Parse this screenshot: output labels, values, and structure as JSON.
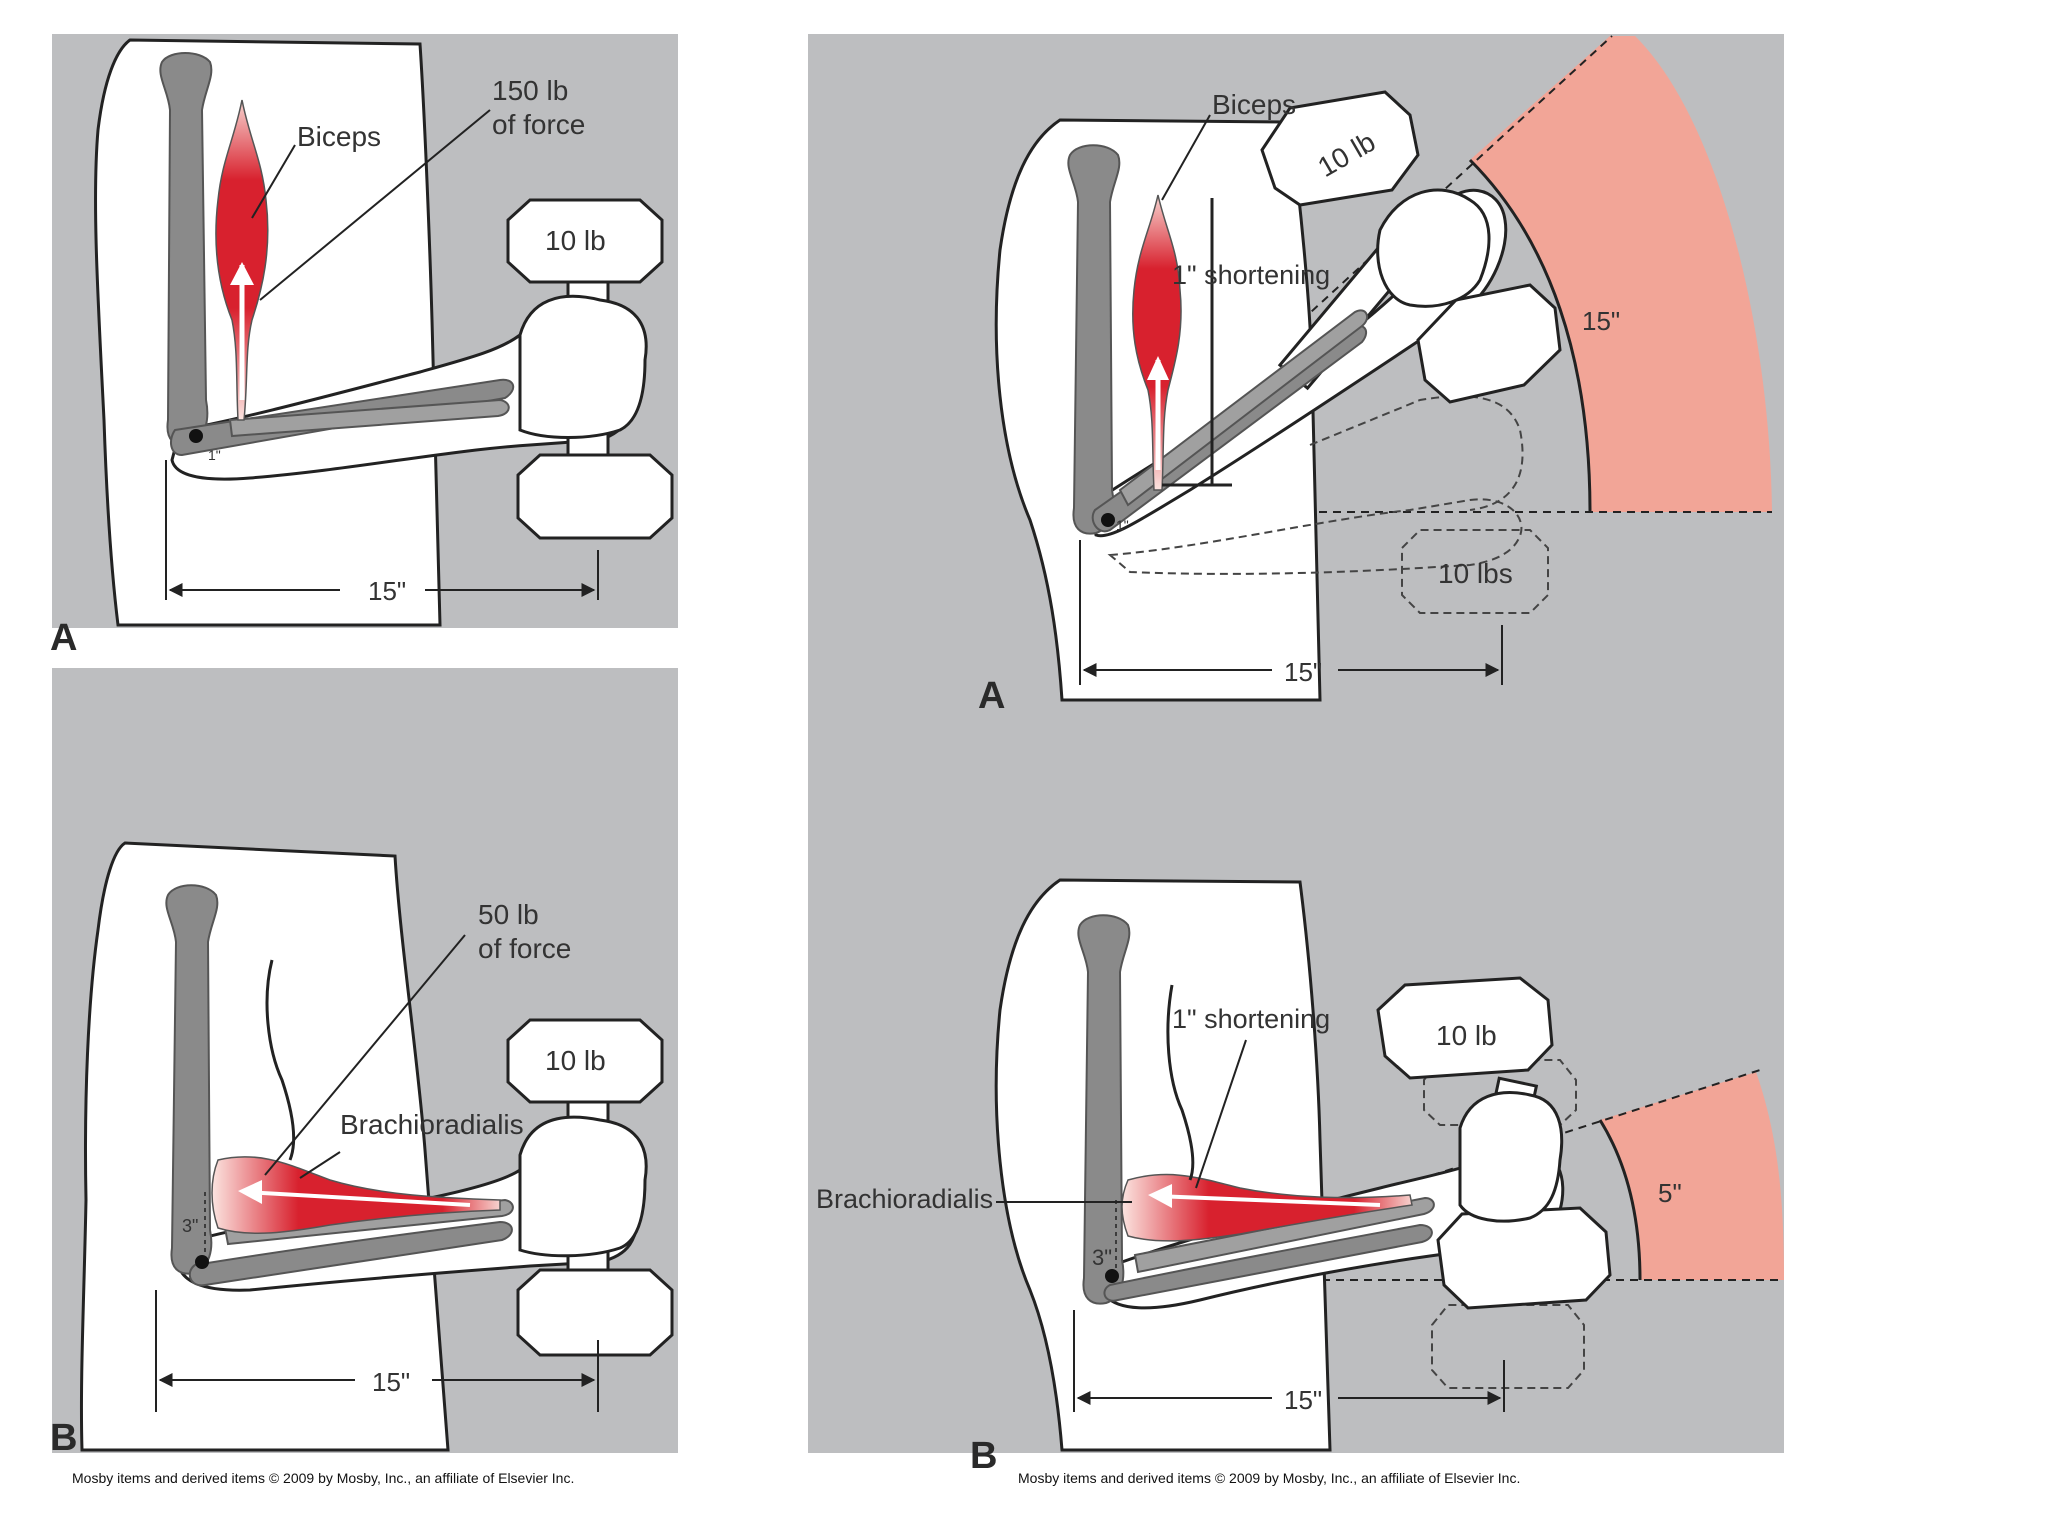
{
  "left_figure": {
    "panel_a": {
      "letter": "A",
      "muscle_label": "Biceps",
      "force_label_line1": "150 lb",
      "force_label_line2": "of force",
      "weight_label": "10 lb",
      "lever_label": "1\"",
      "distance_label": "15\""
    },
    "panel_b": {
      "letter": "B",
      "muscle_label": "Brachioradialis",
      "force_label_line1": "50 lb",
      "force_label_line2": "of force",
      "weight_label": "10 lb",
      "lever_label": "3\"",
      "distance_label": "15\""
    },
    "copyright": "Mosby items and derived items © 2009 by Mosby, Inc., an affiliate of Elsevier Inc."
  },
  "right_figure": {
    "panel_a": {
      "letter": "A",
      "muscle_label": "Biceps",
      "shortening_label": "1\" shortening",
      "weight_label": "10 lb",
      "ghost_weight_label": "10 lbs",
      "arc_label": "15\"",
      "lever_label": "1\"",
      "distance_label": "15\""
    },
    "panel_b": {
      "letter": "B",
      "muscle_label": "Brachioradialis",
      "shortening_label": "1\" shortening",
      "weight_label": "10 lb",
      "arc_label": "5\"",
      "lever_label": "3\"",
      "distance_label": "15\""
    },
    "copyright": "Mosby items and derived items © 2009 by Mosby, Inc., an affiliate of Elsevier Inc."
  },
  "colors": {
    "panel_bg": "#bdbec0",
    "muscle": "#d8212e",
    "bone": "#8a8a8a",
    "arc_fill": "#f2a597"
  }
}
